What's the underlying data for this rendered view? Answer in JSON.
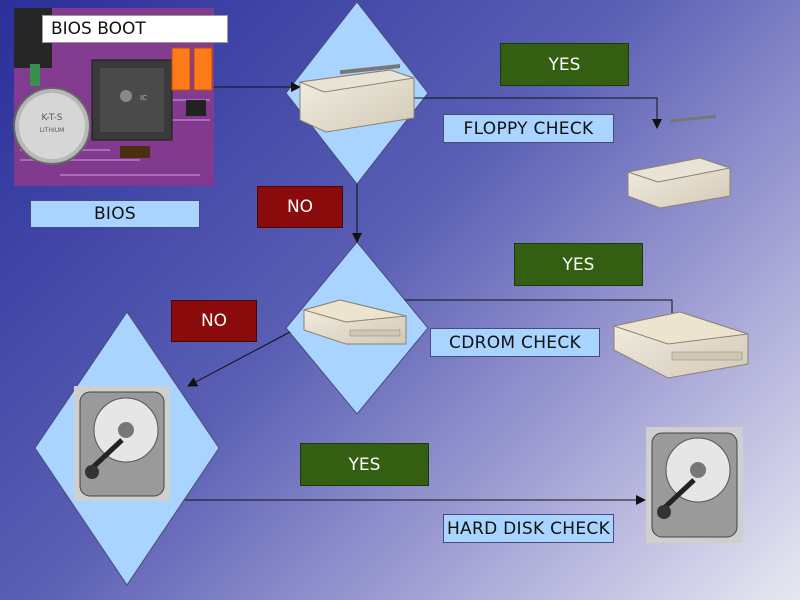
{
  "diagram": {
    "title": "BIOS BOOT",
    "bios_label": "BIOS",
    "floppy_check": "FLOPPY CHECK",
    "cdrom_check": "CDROM CHECK",
    "harddisk_check": "HARD DISK CHECK",
    "yes_1": "YES",
    "yes_2": "YES",
    "yes_3": "YES",
    "no_1": "NO",
    "no_2": "NO"
  },
  "colors": {
    "diamond": "#a9d4ff",
    "yes_box": "#345f12",
    "no_box": "#8a0b0b",
    "label_box": "#a9d4ff"
  },
  "icons": [
    "motherboard-photo",
    "floppy-drive-icon",
    "cdrom-drive-icon",
    "hard-disk-icon"
  ]
}
